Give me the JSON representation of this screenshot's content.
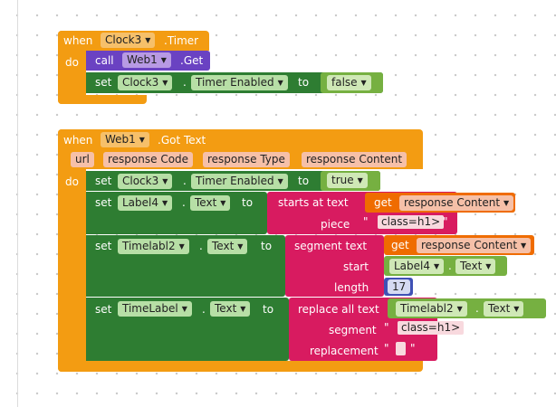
{
  "colors": {
    "event": "#f39c12",
    "procedure": "#6a42c2",
    "set": "#2e7d32",
    "text": "#d81b60",
    "get": "#ef6c00",
    "logic": "#76b041",
    "math": "#3f51b5"
  },
  "block1": {
    "when": "when",
    "component": "Clock3",
    "event": ".Timer",
    "do": "do",
    "call": {
      "kw": "call",
      "component": "Web1",
      "method": ".Get"
    },
    "set": {
      "kw": "set",
      "component": "Clock3",
      "dot": ".",
      "property": "Timer Enabled",
      "to": "to",
      "value": "false"
    }
  },
  "block2": {
    "when": "when",
    "component": "Web1",
    "event": ".Got Text",
    "params": [
      "url",
      "response Code",
      "response Type",
      "response Content"
    ],
    "do": "do",
    "set1": {
      "kw": "set",
      "component": "Clock3",
      "dot": ".",
      "property": "Timer Enabled",
      "to": "to",
      "value": "true"
    },
    "set2": {
      "kw": "set",
      "component": "Label4",
      "dot": ".",
      "property": "Text",
      "to": "to",
      "func": "starts at text",
      "text_label": "text",
      "get": {
        "kw": "get",
        "var": "response Content"
      },
      "piece_label": "piece",
      "piece_value": "class=h1>"
    },
    "set3": {
      "kw": "set",
      "component": "Timelabl2",
      "dot": ".",
      "property": "Text",
      "to": "to",
      "func": "segment text",
      "get": {
        "kw": "get",
        "var": "response Content"
      },
      "start_label": "start",
      "start_component": "Label4",
      "start_property": "Text",
      "length_label": "length",
      "length_value": "17"
    },
    "set4": {
      "kw": "set",
      "component": "TimeLabel",
      "dot": ".",
      "property": "Text",
      "to": "to",
      "func": "replace all text",
      "text_component": "Timelabl2",
      "text_property": "Text",
      "segment_label": "segment",
      "segment_value": "class=h1>",
      "replacement_label": "replacement",
      "replacement_value": ""
    }
  },
  "quote": "\""
}
